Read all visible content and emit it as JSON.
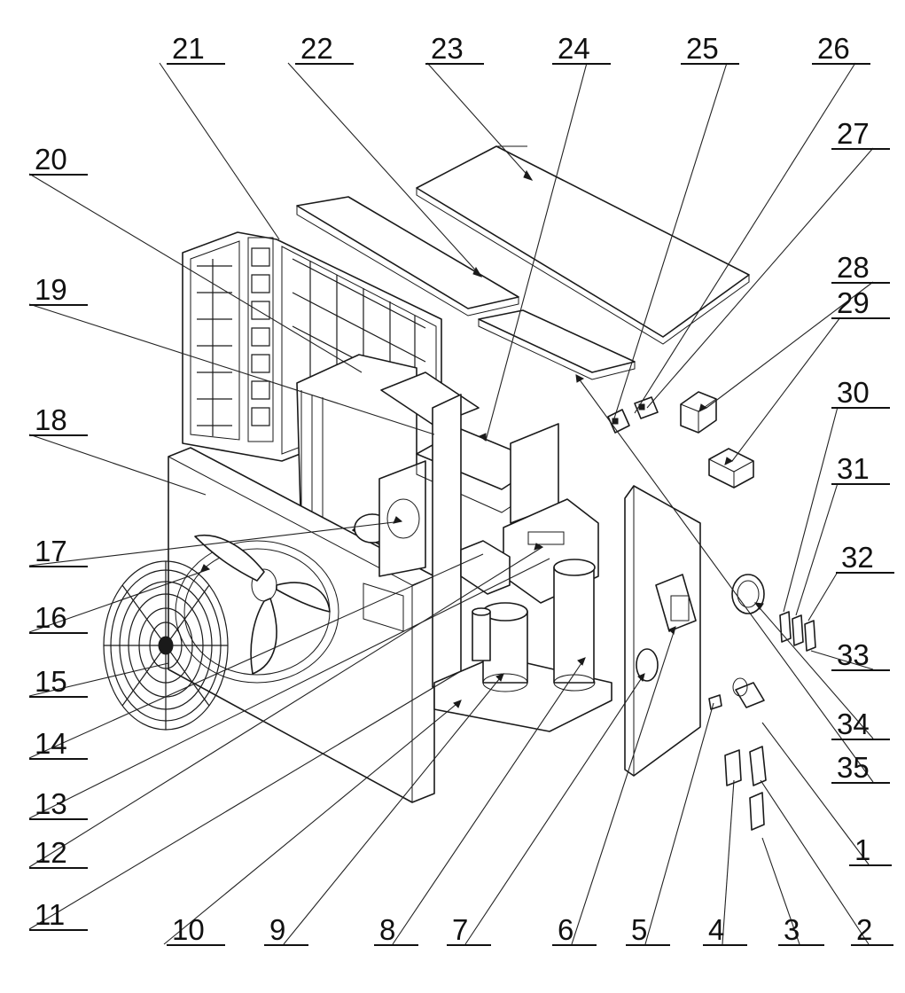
{
  "diagram": {
    "type": "exploded-parts-view",
    "callouts": [
      {
        "id": "1",
        "label": "1"
      },
      {
        "id": "2",
        "label": "2"
      },
      {
        "id": "3",
        "label": "3"
      },
      {
        "id": "4",
        "label": "4"
      },
      {
        "id": "5",
        "label": "5"
      },
      {
        "id": "6",
        "label": "6"
      },
      {
        "id": "7",
        "label": "7"
      },
      {
        "id": "8",
        "label": "8"
      },
      {
        "id": "9",
        "label": "9"
      },
      {
        "id": "10",
        "label": "10"
      },
      {
        "id": "11",
        "label": "11"
      },
      {
        "id": "12",
        "label": "12"
      },
      {
        "id": "13",
        "label": "13"
      },
      {
        "id": "14",
        "label": "14"
      },
      {
        "id": "15",
        "label": "15"
      },
      {
        "id": "16",
        "label": "16"
      },
      {
        "id": "17",
        "label": "17"
      },
      {
        "id": "18",
        "label": "18"
      },
      {
        "id": "19",
        "label": "19"
      },
      {
        "id": "20",
        "label": "20"
      },
      {
        "id": "21",
        "label": "21"
      },
      {
        "id": "22",
        "label": "22"
      },
      {
        "id": "23",
        "label": "23"
      },
      {
        "id": "24",
        "label": "24"
      },
      {
        "id": "25",
        "label": "25"
      },
      {
        "id": "26",
        "label": "26"
      },
      {
        "id": "27",
        "label": "27"
      },
      {
        "id": "28",
        "label": "28"
      },
      {
        "id": "29",
        "label": "29"
      },
      {
        "id": "30",
        "label": "30"
      },
      {
        "id": "31",
        "label": "31"
      },
      {
        "id": "32",
        "label": "32"
      },
      {
        "id": "33",
        "label": "33"
      },
      {
        "id": "34",
        "label": "34"
      },
      {
        "id": "35",
        "label": "35"
      }
    ],
    "colors": {
      "line": "#1a1a1a",
      "background": "#ffffff"
    }
  }
}
